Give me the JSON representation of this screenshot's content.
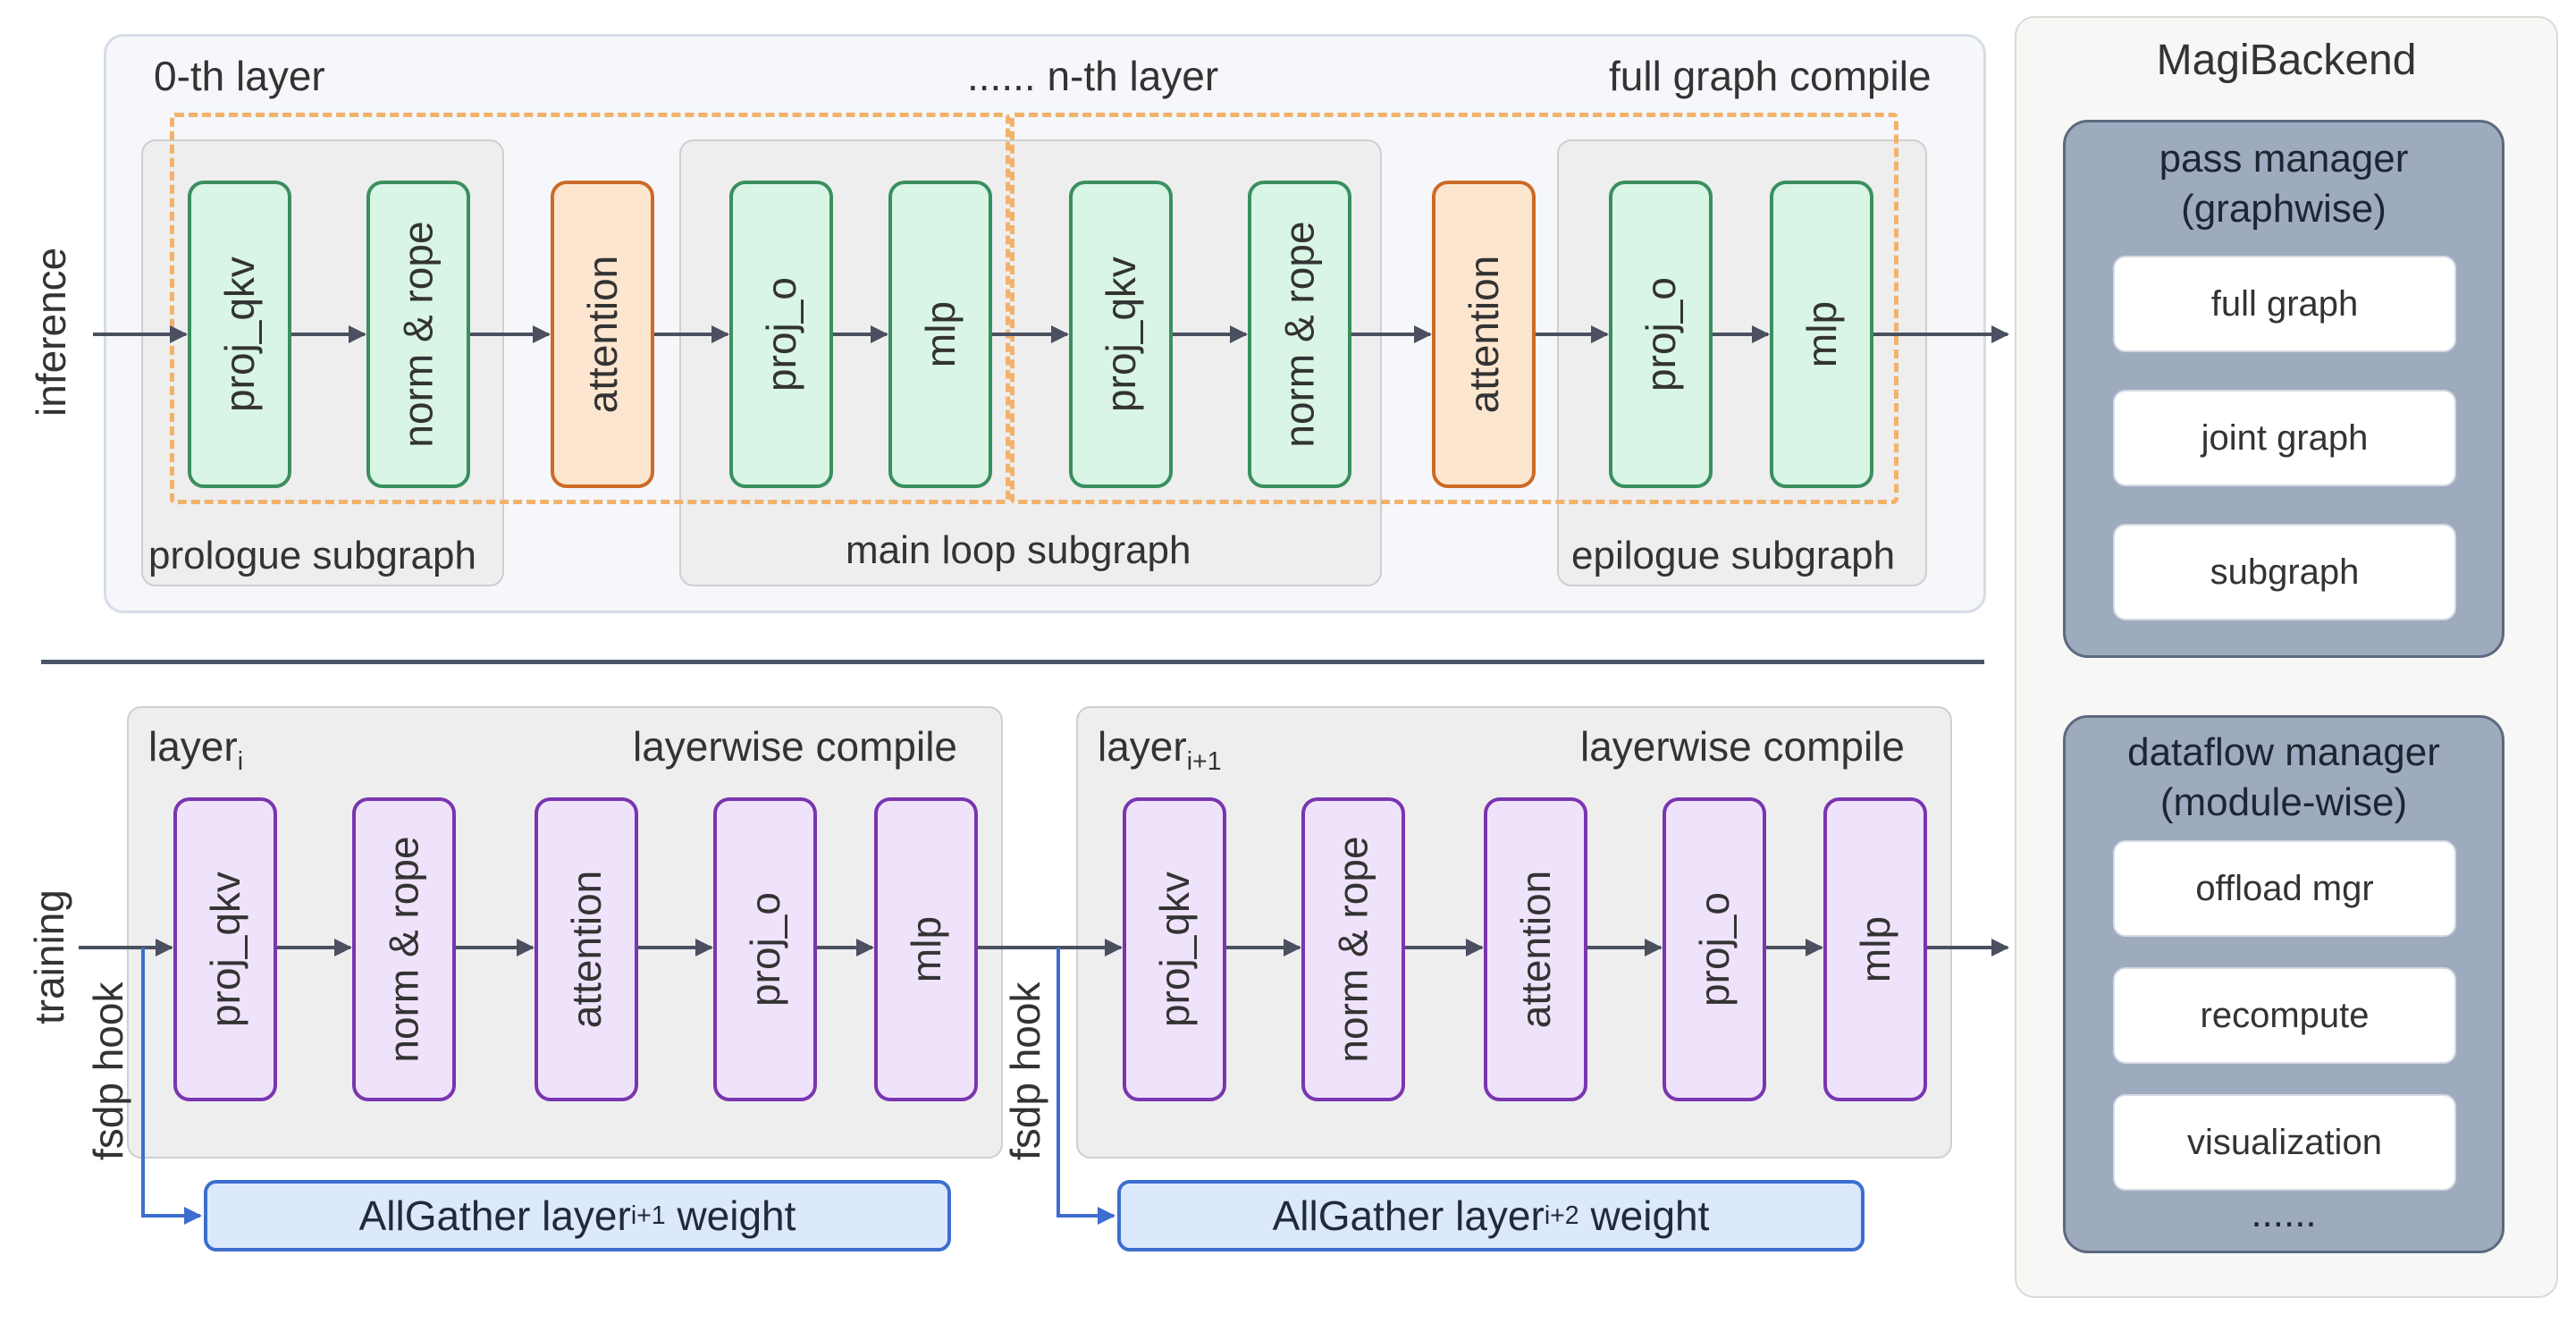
{
  "inference": {
    "side_label": "inference",
    "title_left": "0-th layer",
    "title_mid": "...... n-th layer",
    "title_right": "full graph compile",
    "subgraphs": {
      "prologue": "prologue subgraph",
      "main_loop": "main loop subgraph",
      "epilogue": "epilogue subgraph"
    },
    "blocks": [
      {
        "label": "proj_qkv",
        "kind": "green"
      },
      {
        "label": "norm & rope",
        "kind": "green"
      },
      {
        "label": "attention",
        "kind": "orange"
      },
      {
        "label": "proj_o",
        "kind": "green"
      },
      {
        "label": "mlp",
        "kind": "green"
      },
      {
        "label": "proj_qkv",
        "kind": "green"
      },
      {
        "label": "norm & rope",
        "kind": "green"
      },
      {
        "label": "attention",
        "kind": "orange"
      },
      {
        "label": "proj_o",
        "kind": "green"
      },
      {
        "label": "mlp",
        "kind": "green"
      }
    ]
  },
  "training": {
    "side_label": "training",
    "hook_label": "fsdp hook",
    "layers": [
      {
        "name": "layer",
        "sub": "i",
        "compile": "layerwise compile",
        "allgather": {
          "prefix": "AllGather layer",
          "sub": "i+1",
          "suffix": " weight"
        }
      },
      {
        "name": "layer",
        "sub": "i+1",
        "compile": "layerwise compile",
        "allgather": {
          "prefix": "AllGather layer",
          "sub": "i+2",
          "suffix": " weight"
        }
      }
    ],
    "blocks": [
      "proj_qkv",
      "norm & rope",
      "attention",
      "proj_o",
      "mlp"
    ]
  },
  "backend": {
    "title": "MagiBackend",
    "pass_manager": {
      "title_line1": "pass manager",
      "title_line2": "(graphwise)",
      "items": [
        "full graph",
        "joint graph",
        "subgraph"
      ]
    },
    "dataflow_manager": {
      "title_line1": "dataflow manager",
      "title_line2": "(module-wise)",
      "items": [
        "offload mgr",
        "recompute",
        "visualization"
      ],
      "more": "......"
    }
  },
  "colors": {
    "green_fill": "#d9f5e5",
    "green_border": "#3a8f5e",
    "orange_fill": "#fde6cf",
    "orange_border": "#cc6a27",
    "purple_fill": "#efe3fb",
    "purple_border": "#7a35b0",
    "dashed_outline": "#f2b26b",
    "allgather_fill": "#dce8fb",
    "allgather_border": "#3d6ecf",
    "manager_fill": "#9eabbf",
    "arrow": "#4a5060"
  }
}
